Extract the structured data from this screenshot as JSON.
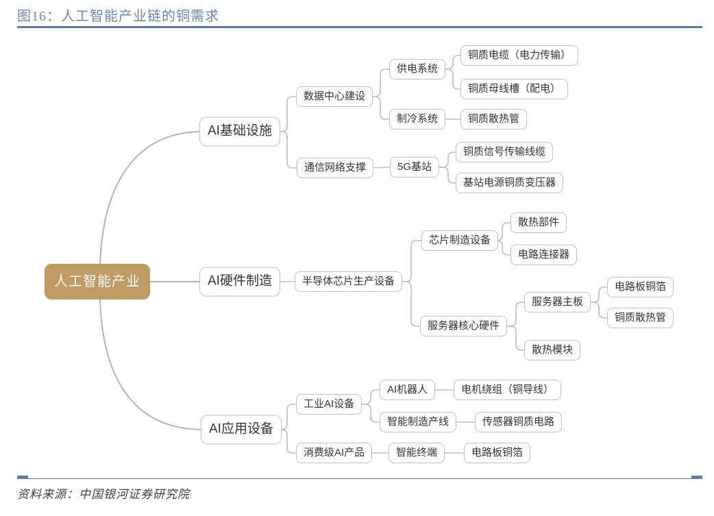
{
  "figure": {
    "title": "图16：人工智能产业链的铜需求",
    "source": "资料来源：中国银河证券研究院"
  },
  "colors": {
    "title_blue": "#6E86B6",
    "rule_blue": "#5E7AAE",
    "root_fill": "#BE9B60",
    "node_border": "#BFBFBF",
    "node_text": "#333333",
    "connector_gray": "#BDBDBD"
  },
  "mindmap": {
    "root": {
      "label": "人工智能产业",
      "children": [
        {
          "label": "AI基础设施",
          "children": [
            {
              "label": "数据中心建设",
              "children": [
                {
                  "label": "供电系统",
                  "children": [
                    {
                      "label": "铜质电缆（电力传输）",
                      "children": []
                    },
                    {
                      "label": "铜质母线槽（配电）",
                      "children": []
                    }
                  ]
                },
                {
                  "label": "制冷系统",
                  "children": [
                    {
                      "label": "铜质散热管",
                      "children": []
                    }
                  ]
                }
              ]
            },
            {
              "label": "通信网络支撑",
              "children": [
                {
                  "label": "5G基站",
                  "children": [
                    {
                      "label": "铜质信号传输线缆",
                      "children": []
                    },
                    {
                      "label": "基站电源铜质变压器",
                      "children": []
                    }
                  ]
                }
              ]
            }
          ]
        },
        {
          "label": "AI硬件制造",
          "children": [
            {
              "label": "半导体芯片生产设备",
              "children": [
                {
                  "label": "芯片制造设备",
                  "children": [
                    {
                      "label": "散热部件",
                      "children": []
                    },
                    {
                      "label": "电路连接器",
                      "children": []
                    }
                  ]
                },
                {
                  "label": "服务器核心硬件",
                  "children": [
                    {
                      "label": "服务器主板",
                      "children": [
                        {
                          "label": "电路板铜箔",
                          "children": []
                        },
                        {
                          "label": "铜质散热管",
                          "children": []
                        }
                      ]
                    },
                    {
                      "label": "散热模块",
                      "children": []
                    }
                  ]
                }
              ]
            }
          ]
        },
        {
          "label": "AI应用设备",
          "children": [
            {
              "label": "工业AI设备",
              "children": [
                {
                  "label": "AI机器人",
                  "children": [
                    {
                      "label": "电机绕组（铜导线）",
                      "children": []
                    }
                  ]
                },
                {
                  "label": "智能制造产线",
                  "children": [
                    {
                      "label": "传感器铜质电路",
                      "children": []
                    }
                  ]
                }
              ]
            },
            {
              "label": "消费级AI产品",
              "children": [
                {
                  "label": "智能终端",
                  "children": [
                    {
                      "label": "电路板铜箔",
                      "children": []
                    }
                  ]
                }
              ]
            }
          ]
        }
      ]
    }
  }
}
